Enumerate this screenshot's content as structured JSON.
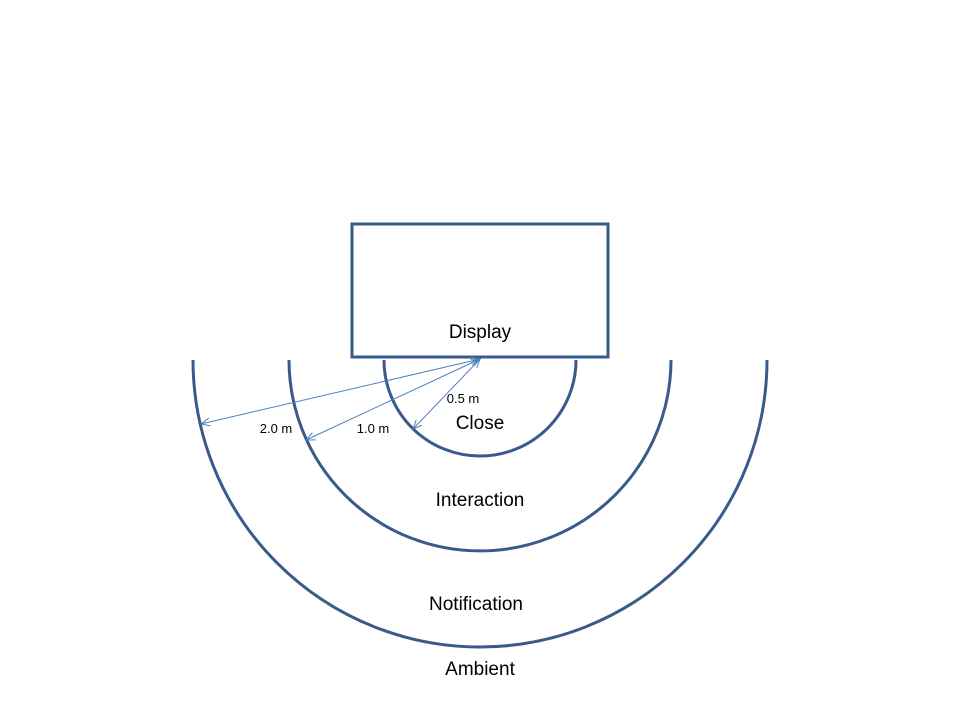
{
  "display_label": "Display",
  "zones": [
    {
      "name": "Close",
      "distance": "0.5 m"
    },
    {
      "name": "Interaction",
      "distance": "1.0 m"
    },
    {
      "name": "Notification",
      "distance": "2.0 m"
    },
    {
      "name": "Ambient"
    }
  ],
  "colors": {
    "zone_stroke": "#3A5A8C",
    "arrow": "#4F7FC0"
  }
}
